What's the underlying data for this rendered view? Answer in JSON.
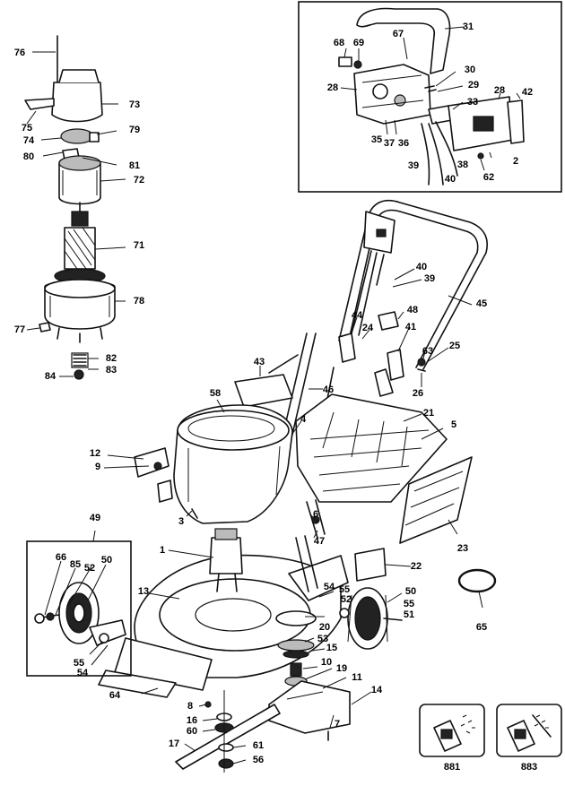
{
  "callouts": [
    {
      "id": "c76",
      "text": "76"
    },
    {
      "id": "c73",
      "text": "73"
    },
    {
      "id": "c75",
      "text": "75"
    },
    {
      "id": "c74",
      "text": "74"
    },
    {
      "id": "c79",
      "text": "79"
    },
    {
      "id": "c80",
      "text": "80"
    },
    {
      "id": "c81",
      "text": "81"
    },
    {
      "id": "c72",
      "text": "72"
    },
    {
      "id": "c71",
      "text": "71"
    },
    {
      "id": "c78",
      "text": "78"
    },
    {
      "id": "c77",
      "text": "77"
    },
    {
      "id": "c82",
      "text": "82"
    },
    {
      "id": "c83",
      "text": "83"
    },
    {
      "id": "c84",
      "text": "84"
    },
    {
      "id": "c31",
      "text": "31"
    },
    {
      "id": "c68",
      "text": "68"
    },
    {
      "id": "c69",
      "text": "69"
    },
    {
      "id": "c67",
      "text": "67"
    },
    {
      "id": "c30",
      "text": "30"
    },
    {
      "id": "c29",
      "text": "29"
    },
    {
      "id": "c28",
      "text": "28"
    },
    {
      "id": "c33",
      "text": "33"
    },
    {
      "id": "c28b",
      "text": "28"
    },
    {
      "id": "c42",
      "text": "42"
    },
    {
      "id": "c35",
      "text": "35"
    },
    {
      "id": "c37",
      "text": "37"
    },
    {
      "id": "c36",
      "text": "36"
    },
    {
      "id": "c2",
      "text": "2"
    },
    {
      "id": "c39",
      "text": "39"
    },
    {
      "id": "c38",
      "text": "38"
    },
    {
      "id": "c40",
      "text": "40"
    },
    {
      "id": "c62",
      "text": "62"
    },
    {
      "id": "c40b",
      "text": "40"
    },
    {
      "id": "c39b",
      "text": "39"
    },
    {
      "id": "c45",
      "text": "45"
    },
    {
      "id": "c48",
      "text": "48"
    },
    {
      "id": "c44",
      "text": "44"
    },
    {
      "id": "c24",
      "text": "24"
    },
    {
      "id": "c41",
      "text": "41"
    },
    {
      "id": "c63",
      "text": "63"
    },
    {
      "id": "c25",
      "text": "25"
    },
    {
      "id": "c26",
      "text": "26"
    },
    {
      "id": "c43",
      "text": "43"
    },
    {
      "id": "c46",
      "text": "46"
    },
    {
      "id": "c58",
      "text": "58"
    },
    {
      "id": "c4",
      "text": "4"
    },
    {
      "id": "c21",
      "text": "21"
    },
    {
      "id": "c5",
      "text": "5"
    },
    {
      "id": "c12",
      "text": "12"
    },
    {
      "id": "c9",
      "text": "9"
    },
    {
      "id": "c3",
      "text": "3"
    },
    {
      "id": "c6",
      "text": "6"
    },
    {
      "id": "c47",
      "text": "47"
    },
    {
      "id": "c23",
      "text": "23"
    },
    {
      "id": "c49",
      "text": "49"
    },
    {
      "id": "c1",
      "text": "1"
    },
    {
      "id": "c66",
      "text": "66"
    },
    {
      "id": "c85",
      "text": "85"
    },
    {
      "id": "c52",
      "text": "52"
    },
    {
      "id": "c50",
      "text": "50"
    },
    {
      "id": "c22",
      "text": "22"
    },
    {
      "id": "c13",
      "text": "13"
    },
    {
      "id": "c54",
      "text": "54"
    },
    {
      "id": "c55",
      "text": "55"
    },
    {
      "id": "c52b",
      "text": "52"
    },
    {
      "id": "c50b",
      "text": "50"
    },
    {
      "id": "c55b",
      "text": "55"
    },
    {
      "id": "c51",
      "text": "51"
    },
    {
      "id": "c65",
      "text": "65"
    },
    {
      "id": "c20",
      "text": "20"
    },
    {
      "id": "c53",
      "text": "53"
    },
    {
      "id": "c15",
      "text": "15"
    },
    {
      "id": "c55c",
      "text": "55"
    },
    {
      "id": "c54b",
      "text": "54"
    },
    {
      "id": "c64",
      "text": "64"
    },
    {
      "id": "c10",
      "text": "10"
    },
    {
      "id": "c19",
      "text": "19"
    },
    {
      "id": "c11",
      "text": "11"
    },
    {
      "id": "c14",
      "text": "14"
    },
    {
      "id": "c8",
      "text": "8"
    },
    {
      "id": "c7",
      "text": "7"
    },
    {
      "id": "c16",
      "text": "16"
    },
    {
      "id": "c60",
      "text": "60"
    },
    {
      "id": "c17",
      "text": "17"
    },
    {
      "id": "c61",
      "text": "61"
    },
    {
      "id": "c56",
      "text": "56"
    }
  ],
  "accessories": {
    "left_caption": "881",
    "right_caption": "883"
  }
}
